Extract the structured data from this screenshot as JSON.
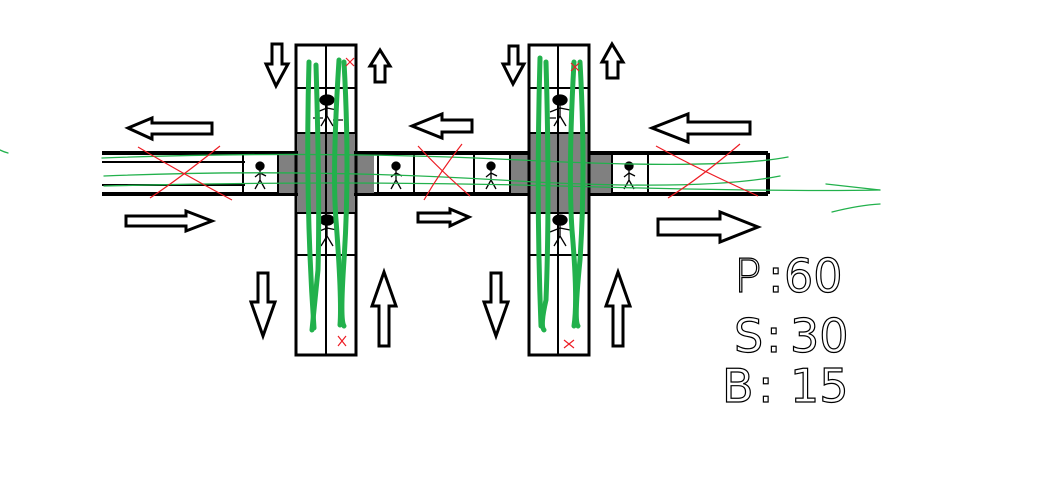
{
  "timings": [
    {
      "letter": "P",
      "value": "60"
    },
    {
      "letter": "S",
      "value": "30"
    },
    {
      "letter": "B",
      "value": "15"
    }
  ],
  "colors": {
    "outline": "#000000",
    "intersection": "#808080",
    "vehicle_path": "#22b14c",
    "blocked": "#ed1c24"
  },
  "icons": [
    "arrow-icon",
    "pedestrian-icon",
    "cross-mark-icon"
  ]
}
